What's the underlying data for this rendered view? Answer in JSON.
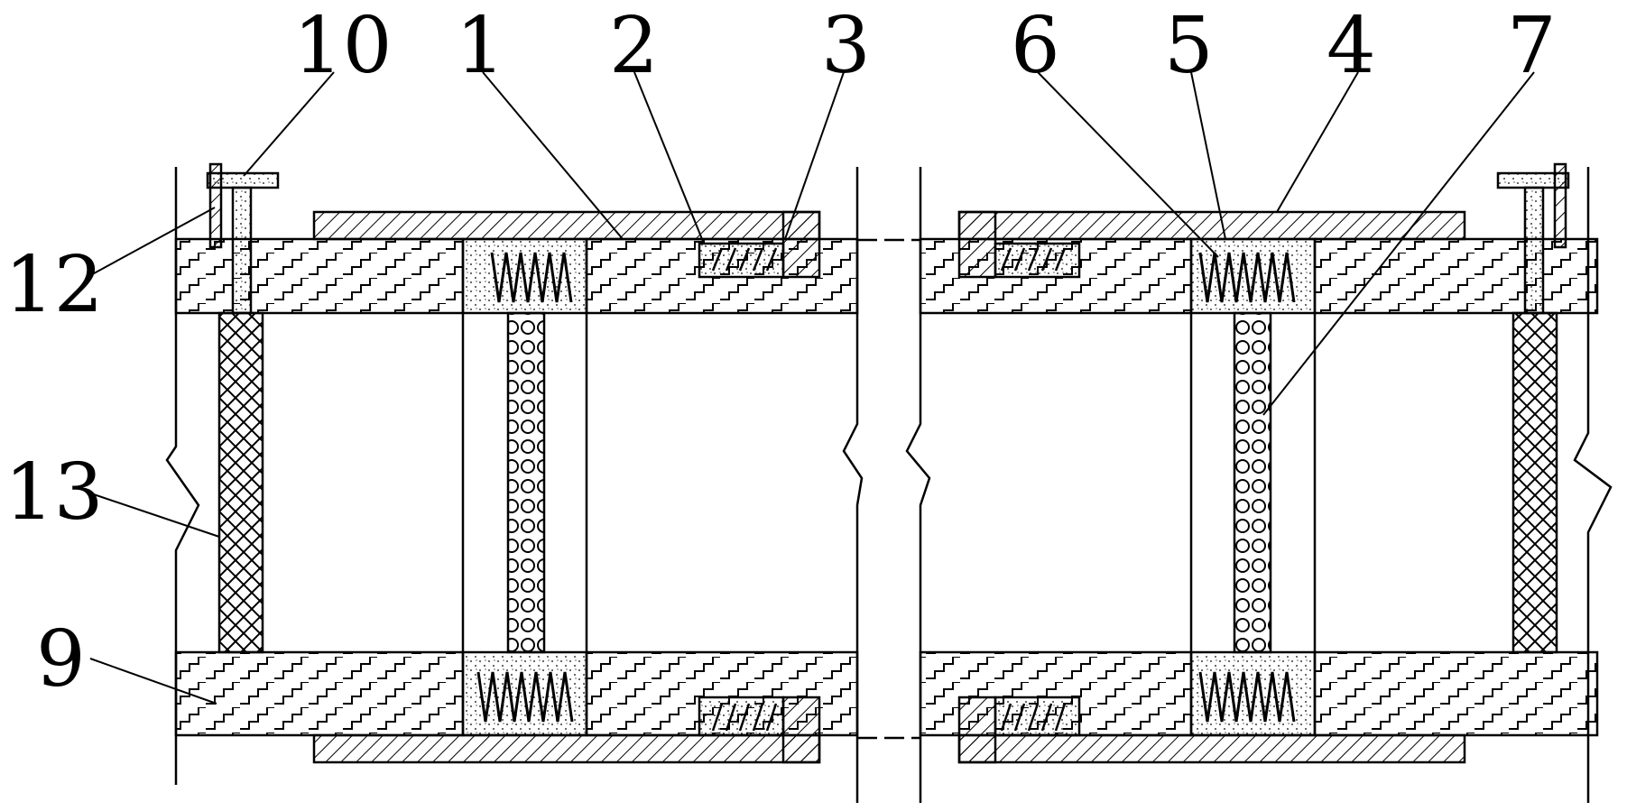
{
  "labels": {
    "l10": "10",
    "l1": "1",
    "l2": "2",
    "l3": "3",
    "l6": "6",
    "l5": "5",
    "l4": "4",
    "l7": "7",
    "l12": "12",
    "l13": "13",
    "l9": "9"
  },
  "colors": {
    "stroke": "#000000",
    "background": "#ffffff"
  }
}
